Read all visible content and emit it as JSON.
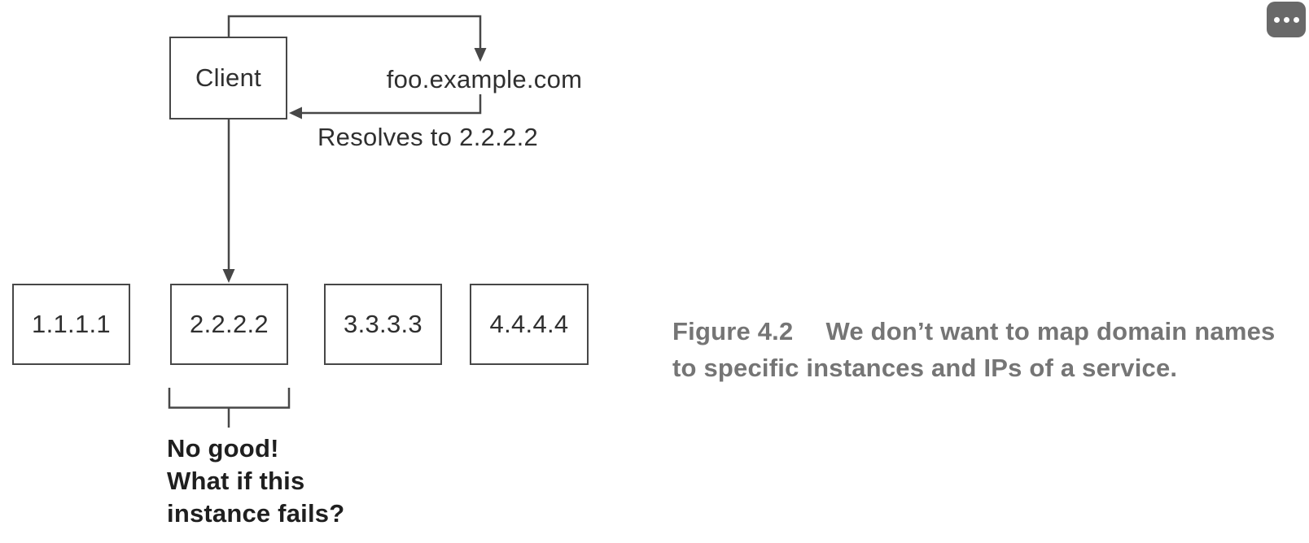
{
  "diagram": {
    "client_label": "Client",
    "dns_name": "foo.example.com",
    "resolve_label": "Resolves to 2.2.2.2",
    "instances": [
      "1.1.1.1",
      "2.2.2.2",
      "3.3.3.3",
      "4.4.4.4"
    ],
    "annotation_lines": [
      "No good!",
      "What if this",
      "instance fails?"
    ],
    "line_color": "#474747",
    "text_color": "#2f2f2f"
  },
  "caption": {
    "figure_label": "Figure 4.2",
    "text_line1": "We don’t want to map domain names",
    "text_line2": "to specific instances and IPs of a service.",
    "color": "#757575"
  },
  "overlay": {
    "more_button": {
      "icon": "ellipsis-icon",
      "background": "#696969"
    }
  }
}
